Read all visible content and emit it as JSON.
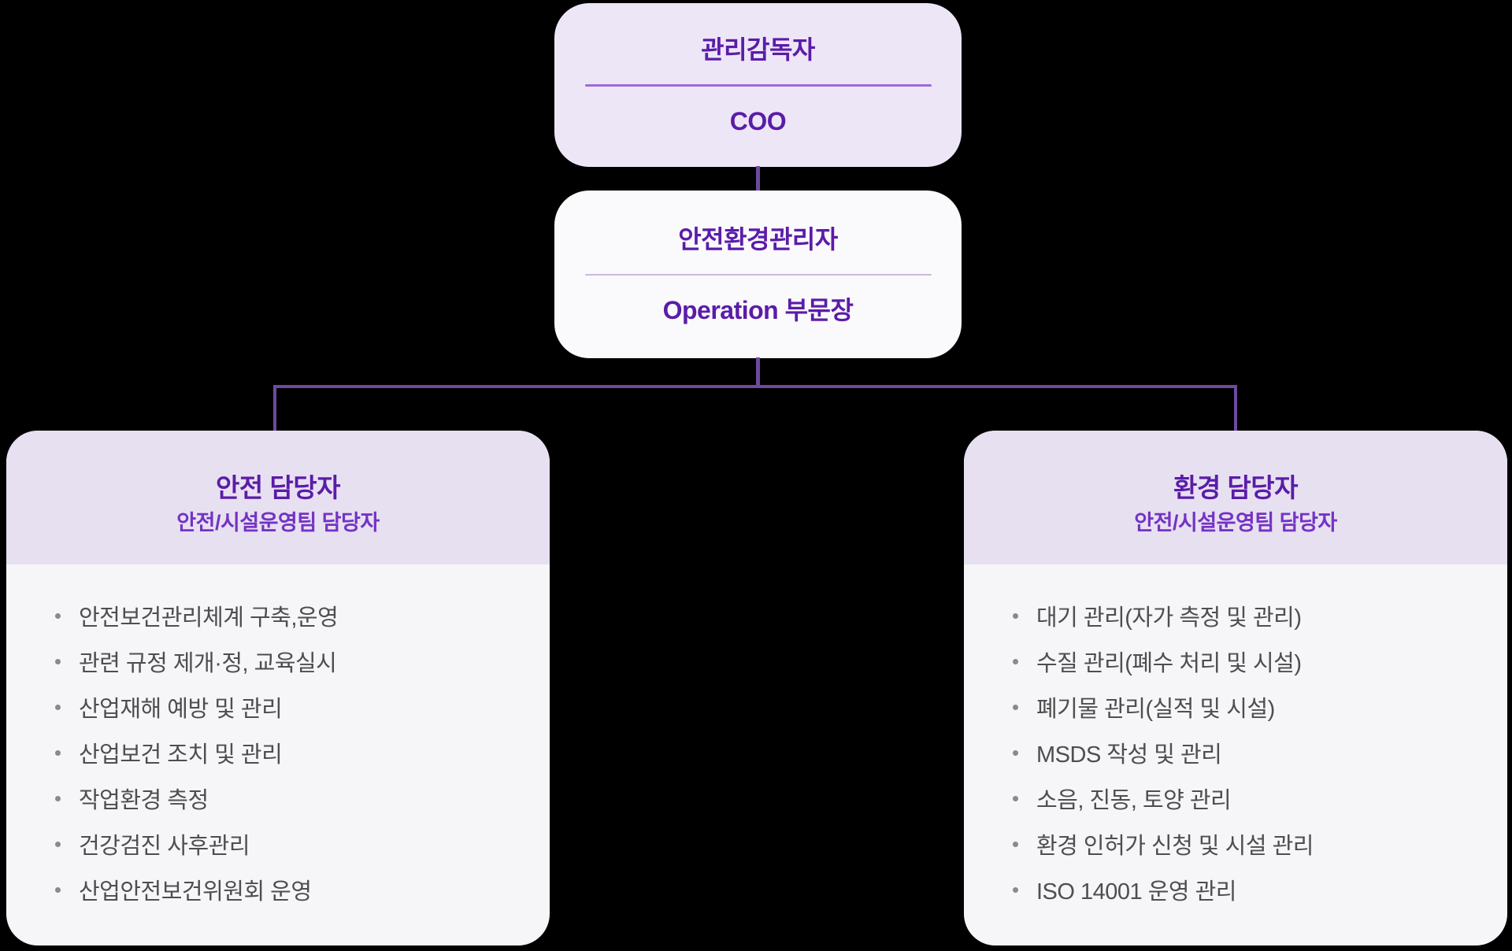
{
  "colors": {
    "canvasBg": "#000000",
    "node1Bg": "#EDE6F7",
    "node2Bg": "#FAF9FC",
    "panelHeadBg": "#E7E0F1",
    "panelBodyBg": "#F6F5F8",
    "purpleDark": "#5B1CA8",
    "purpleMid": "#7433C4",
    "divider1": "#9C6BD6",
    "divider2": "#C9BCDD",
    "line": "#6D4AA0",
    "textGray": "#4E4E4E",
    "bullet": "#8A8A8A"
  },
  "nodes": {
    "supervisor": {
      "role": "관리감독자",
      "person": "COO"
    },
    "manager": {
      "role": "안전환경관리자",
      "person": "Operation 부문장"
    },
    "safety": {
      "role": "안전 담당자",
      "team": "안전/시설운영팀 담당자",
      "duties": [
        "안전보건관리체계 구축,운영",
        "관련 규정 제개·정, 교육실시",
        "산업재해 예방 및 관리",
        "산업보건 조치 및 관리",
        "작업환경 측정",
        "건강검진 사후관리",
        "산업안전보건위원회 운영"
      ]
    },
    "environment": {
      "role": "환경 담당자",
      "team": "안전/시설운영팀 담당자",
      "duties": [
        "대기 관리(자가 측정 및 관리)",
        "수질 관리(폐수 처리 및 시설)",
        "폐기물 관리(실적 및 시설)",
        "MSDS 작성 및 관리",
        "소음, 진동, 토양 관리",
        "환경 인허가 신청 및 시설 관리",
        "ISO 14001 운영 관리"
      ]
    }
  }
}
